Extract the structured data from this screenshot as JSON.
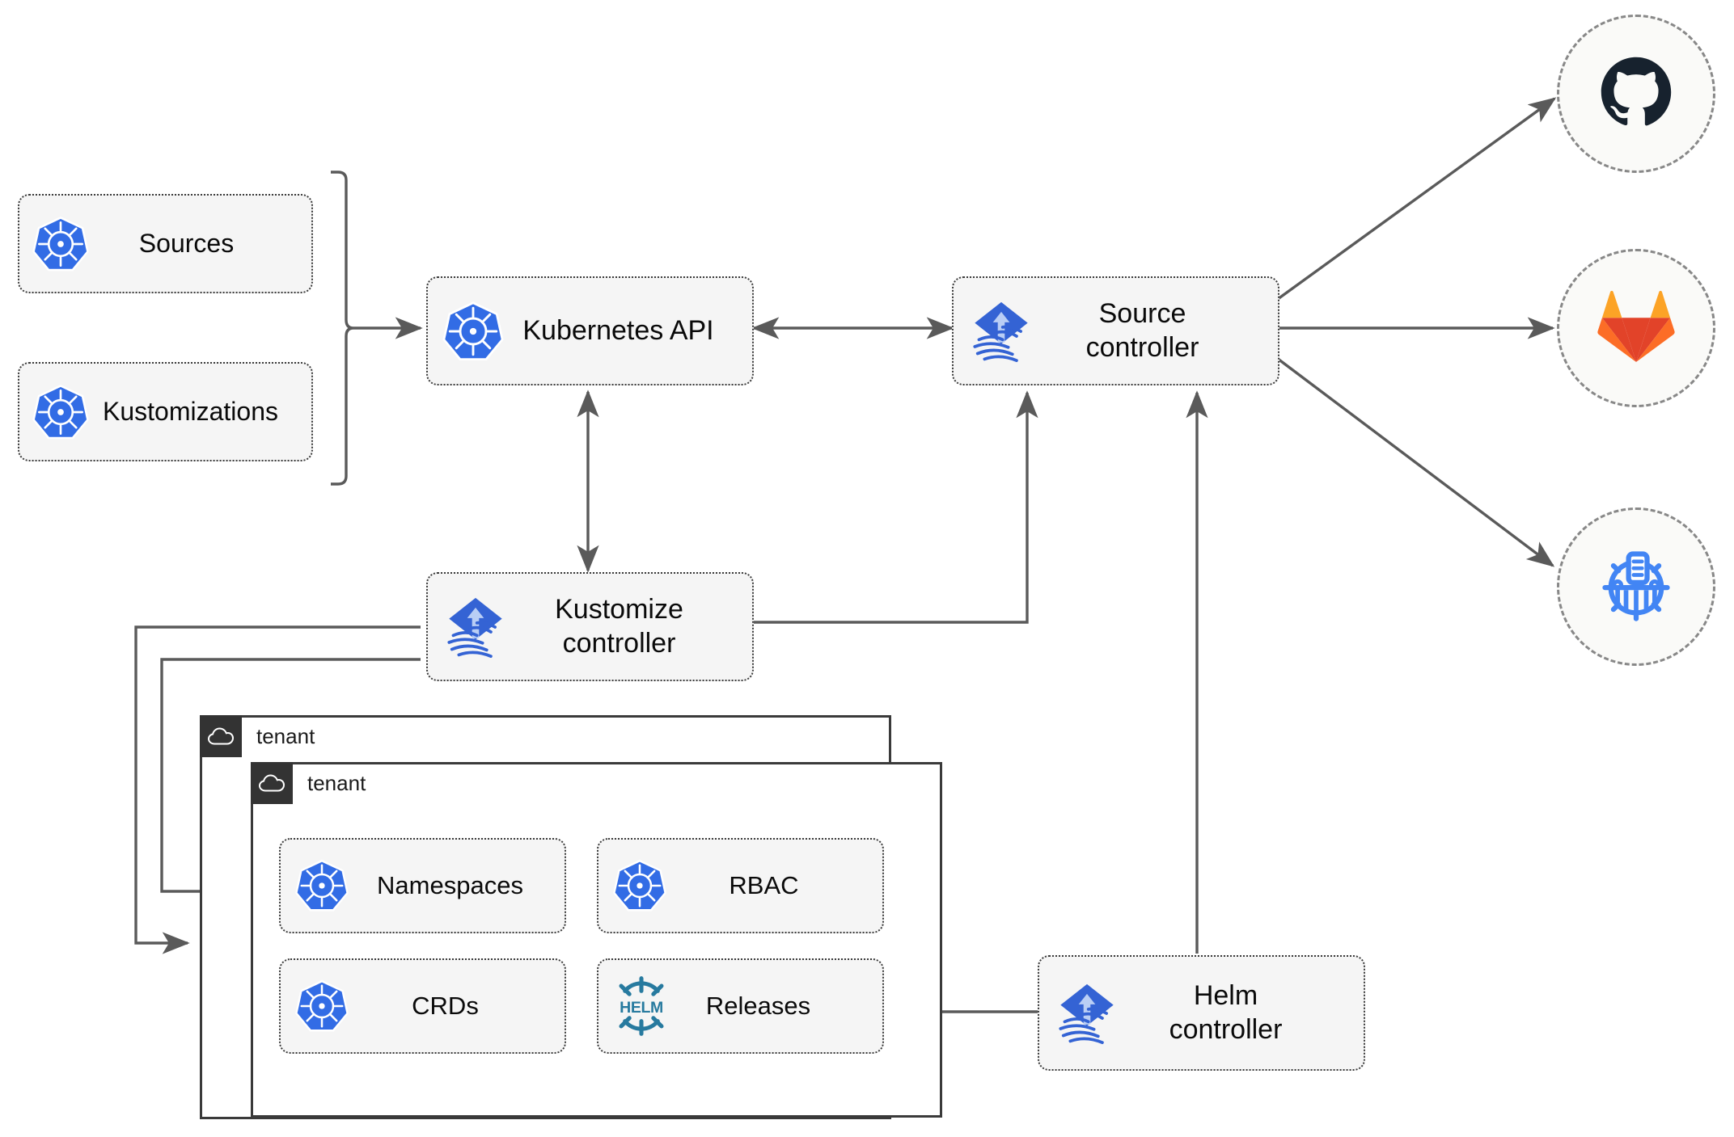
{
  "diagram": {
    "title": "Flux GitOps multi-tenancy architecture",
    "colors": {
      "kubernetes_blue": "#326CE5",
      "flux_blue": "#3463d4",
      "flux_light_arrow": "#b9cef5",
      "helm_teal": "#0F1689",
      "helm_logo_teal": "#277A9F",
      "github_dark": "#17222E",
      "gitlab_orange": "#E24329",
      "gitlab_amber": "#FCA326",
      "node_fill": "#f5f5f5",
      "node_border": "#3a3a3a",
      "connector": "#5a5a5a",
      "tenant_header": "#333333",
      "circle_fill": "#fafaf8",
      "circle_border": "#888888",
      "text": "#0a0a0a"
    }
  },
  "nodes": {
    "sources": {
      "label": "Sources",
      "icon": "kubernetes-icon"
    },
    "kustomizations": {
      "label": "Kustomizations",
      "icon": "kubernetes-icon"
    },
    "kubernetes_api": {
      "label": "Kubernetes API",
      "icon": "kubernetes-icon"
    },
    "source_controller": {
      "label": "Source\ncontroller",
      "icon": "flux-icon"
    },
    "kustomize_controller": {
      "label": "Kustomize\ncontroller",
      "icon": "flux-icon"
    },
    "helm_controller": {
      "label": "Helm\ncontroller",
      "icon": "flux-icon"
    },
    "namespaces": {
      "label": "Namespaces",
      "icon": "kubernetes-icon"
    },
    "rbac": {
      "label": "RBAC",
      "icon": "kubernetes-icon"
    },
    "crds": {
      "label": "CRDs",
      "icon": "kubernetes-icon"
    },
    "releases": {
      "label": "Releases",
      "icon": "helm-icon"
    }
  },
  "tenants": [
    {
      "name": "tenant",
      "icon": "cloud-icon"
    },
    {
      "name": "tenant",
      "icon": "cloud-icon"
    }
  ],
  "repositories": [
    {
      "name": "github",
      "icon": "github-icon"
    },
    {
      "name": "gitlab",
      "icon": "gitlab-icon"
    },
    {
      "name": "helm-charts",
      "icon": "helm-repository-icon"
    }
  ],
  "connections": [
    {
      "from": "sources-kustomizations-bracket",
      "to": "kubernetes_api",
      "style": "arrow"
    },
    {
      "from": "kubernetes_api",
      "to": "source_controller",
      "style": "double-arrow"
    },
    {
      "from": "kubernetes_api",
      "to": "kustomize_controller",
      "style": "double-arrow"
    },
    {
      "from": "source_controller",
      "to": "github",
      "style": "arrow"
    },
    {
      "from": "source_controller",
      "to": "gitlab",
      "style": "arrow"
    },
    {
      "from": "source_controller",
      "to": "helm-charts",
      "style": "arrow"
    },
    {
      "from": "kustomize_controller",
      "to": "source_controller",
      "style": "arrow"
    },
    {
      "from": "helm_controller",
      "to": "source_controller",
      "style": "arrow"
    },
    {
      "from": "kustomize_controller",
      "to": "tenant-1",
      "style": "arrow"
    },
    {
      "from": "kustomize_controller",
      "to": "tenant-2",
      "style": "arrow"
    },
    {
      "from": "helm_controller",
      "to": "releases",
      "style": "arrow"
    }
  ]
}
